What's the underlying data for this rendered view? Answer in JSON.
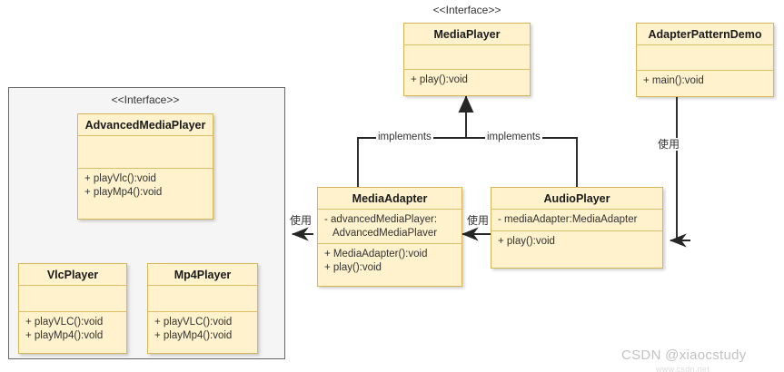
{
  "diagram": {
    "title": "Adapter Pattern UML Class Diagram",
    "colors": {
      "class_fill": "#fff2cc",
      "class_border": "#d6b656",
      "panel_fill": "#f5f5f5",
      "panel_border": "#666666",
      "connector": "#262626",
      "text": "#333333"
    },
    "stereotypes": {
      "interface": "<<Interface>>"
    },
    "classes": [
      {
        "id": "media-player",
        "name": "MediaPlayer",
        "stereotype": "<<Interface>>",
        "attributes": [],
        "methods": [
          "+ play():void"
        ]
      },
      {
        "id": "adapter-pattern-demo",
        "name": "AdapterPatternDemo",
        "stereotype": "",
        "attributes": [],
        "methods": [
          "+ main():void"
        ]
      },
      {
        "id": "advanced-media-player",
        "name": "AdvancedMediaPlayer",
        "stereotype": "<<Interface>>",
        "attributes": [],
        "methods": [
          "+ playVlc():void",
          "+ playMp4():void"
        ]
      },
      {
        "id": "vlc-player",
        "name": "VlcPlayer",
        "stereotype": "",
        "attributes": [],
        "methods": [
          "+ playVLC():void",
          "+ playMp4():vold"
        ]
      },
      {
        "id": "mp4-player",
        "name": "Mp4Player",
        "stereotype": "",
        "attributes": [],
        "methods": [
          "+ playVLC():void",
          "+ playMp4():void"
        ]
      },
      {
        "id": "media-adapter",
        "name": "MediaAdapter",
        "stereotype": "",
        "attributes": [
          "- advancedMediaPlayer:",
          "AdvancedMediaPlaver"
        ],
        "methods": [
          "+ MediaAdapter():void",
          "+ play():void"
        ]
      },
      {
        "id": "audio-player",
        "name": "AudioPlayer",
        "stereotype": "",
        "attributes": [
          "- mediaAdapter:MediaAdapter"
        ],
        "methods": [
          "+ play():void"
        ]
      }
    ],
    "edges": [
      {
        "id": "edge-media-adapter-implements",
        "label": "implements",
        "from": "media-adapter",
        "to": "media-player",
        "kind": "generalization"
      },
      {
        "id": "edge-audio-player-implements",
        "label": "implements",
        "from": "audio-player",
        "to": "media-player",
        "kind": "generalization"
      },
      {
        "id": "edge-vlc-player-extends",
        "label": "",
        "from": "vlc-player",
        "to": "advanced-media-player",
        "kind": "generalization"
      },
      {
        "id": "edge-mp4-player-extends",
        "label": "",
        "from": "mp4-player",
        "to": "advanced-media-player",
        "kind": "generalization"
      },
      {
        "id": "edge-media-adapter-uses",
        "label": "使用",
        "from": "media-adapter",
        "to": "advanced-media-player",
        "kind": "dependency"
      },
      {
        "id": "edge-audio-player-uses",
        "label": "使用",
        "from": "audio-player",
        "to": "media-adapter",
        "kind": "dependency"
      },
      {
        "id": "edge-demo-uses",
        "label": "使用",
        "from": "adapter-pattern-demo",
        "to": "audio-player",
        "kind": "dependency"
      }
    ]
  },
  "watermark": {
    "text": "CSDN @xiaocstudy",
    "sub": "www.csdn.net"
  }
}
